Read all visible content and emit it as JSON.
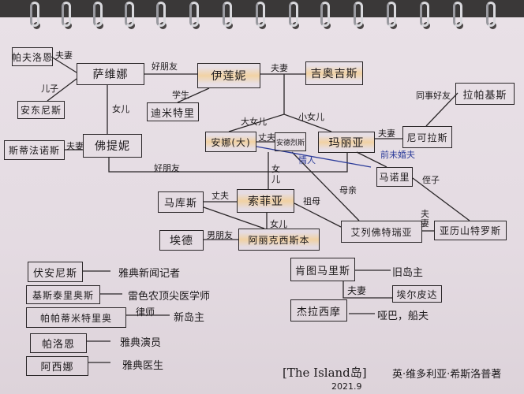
{
  "diagram": {
    "nodes": {
      "pavlos": "帕夫洛恩",
      "savina": "萨维娜",
      "eleni": "伊莲妮",
      "giorgis": "吉奥吉斯",
      "antonis": "安东尼斯",
      "dimitri": "迪米特里",
      "lapakis": "拉帕基斯",
      "anna": "安娜(大)",
      "andreas": "安德烈斯",
      "maria": "玛丽亚",
      "nikolas": "尼可拉斯",
      "stefanos": "斯蒂法诺斯",
      "fotini": "佛提妮",
      "manoli": "马诺里",
      "markos": "马库斯",
      "sofia": "索菲亚",
      "ed": "埃德",
      "alexis": "阿丽克西斯本",
      "eleftheria": "艾列佛特瑞亚",
      "alexandros": "亚历山特罗斯"
    },
    "relations": {
      "pavlos_savina": "夫妻",
      "savina_eleni": "好朋友",
      "eleni_giorgis": "夫妻",
      "savina_antonis": "儿子",
      "savina_fotini": "女儿",
      "eleni_dimitri": "学生",
      "lapakis_nikolas": "同事好友",
      "elder_daughter": "大女儿",
      "younger_daughter": "小女儿",
      "anna_andreas": "丈夫",
      "maria_nikolas": "夫妻",
      "maria_manoli": "前未婚夫",
      "anna_manoli": "情人",
      "stefanos_fotini": "夫妻",
      "fotini_maria": "好朋友",
      "anna_sofia": "女儿",
      "manoli_alexandros": "侄子",
      "markos_sofia": "丈夫",
      "sofia_eleftheria": "祖母",
      "anna_eleftheria": "母亲",
      "sofia_alexis": "女儿",
      "ed_alexis": "男朋友",
      "eleftheria_alexandros": "夫妻"
    }
  },
  "notes": [
    {
      "name": "伏安尼斯",
      "desc": "雅典新闻记者"
    },
    {
      "name": "基斯泰里奥斯",
      "desc": "雷色农顶尖医学师"
    },
    {
      "name": "帕帕蒂米特里奥",
      "role": "律师",
      "desc": "新岛主"
    },
    {
      "name": "帕洛恩",
      "desc": "雅典演员"
    },
    {
      "name": "阿西娜",
      "desc": "雅典医生"
    }
  ],
  "notes_right": {
    "kontomaris": "肯图马里斯",
    "kontomaris_desc": "旧岛主",
    "couple": "夫妻",
    "elpida": "埃尔皮达",
    "gerasimos": "杰拉西摩",
    "gerasimos_desc": "哑巴，船夫"
  },
  "footer": {
    "title": "[The Island岛]",
    "author": "英·维多利亚·希斯洛普著",
    "date": "2021.9"
  },
  "colors": {
    "ink": "#1d1a1c",
    "blue_ink": "#2c3c9a",
    "highlight": "#f5c46e",
    "paper": "#e6dde4"
  }
}
